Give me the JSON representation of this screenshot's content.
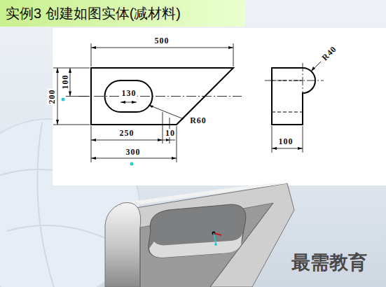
{
  "diagram": {
    "title": "实例3 创建如图实体(减材料)",
    "labels": [
      "500",
      "100",
      "200",
      "130",
      "R60",
      "250",
      "10",
      "300",
      "R40",
      "100",
      "最需教育"
    ]
  }
}
